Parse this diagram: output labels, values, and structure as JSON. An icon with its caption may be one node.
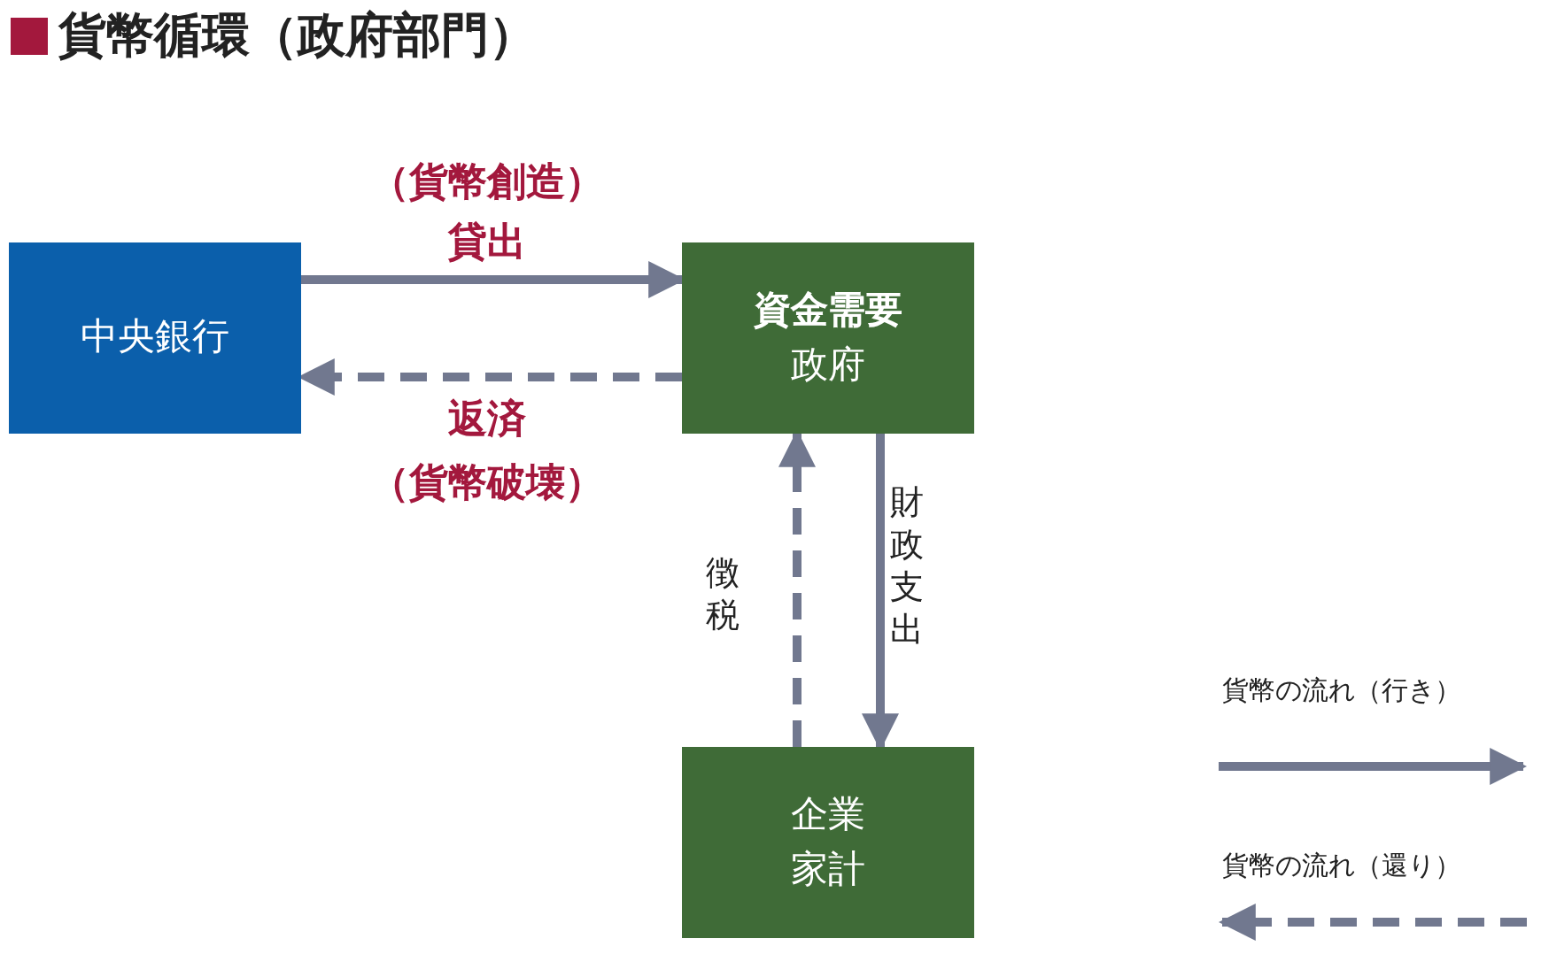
{
  "diagram": {
    "title": "貨幣循環（政府部門）",
    "nodes": [
      {
        "text": [
          "中央銀行"
        ]
      },
      {
        "text": [
          "資金需要",
          "政府"
        ]
      },
      {
        "text": [
          "企業",
          "家計"
        ]
      }
    ],
    "edges": [
      {
        "from": 0,
        "to": 1,
        "arrow": "to",
        "label": "貸出"
      },
      {
        "from": 1,
        "to": 0,
        "arrow": "to",
        "style": "dashed",
        "label": "返済"
      },
      {
        "from": 1,
        "to": 2,
        "arrow": "to",
        "label": "財政支出"
      },
      {
        "from": 2,
        "to": 1,
        "arrow": "to",
        "style": "dashed",
        "label": "徴税"
      }
    ],
    "labels": [
      "（貨幣創造）",
      "（貨幣破壊）"
    ],
    "legend": [
      {
        "text": "貨幣の流れ（行き）"
      },
      {
        "text": "貨幣の流れ（還り）"
      }
    ]
  }
}
